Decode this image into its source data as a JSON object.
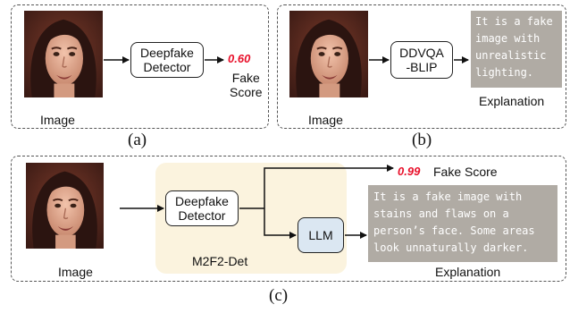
{
  "panel_a": {
    "image_label": "Image",
    "detector_label": "Deepfake\nDetector",
    "score_value": "0.60",
    "score_label": "Fake\nScore",
    "caption": "(a)"
  },
  "panel_b": {
    "image_label": "Image",
    "model_label": "DDVQA\n-BLIP",
    "explanation_text": "It is a fake\nimage with\nunrealistic\nlighting.",
    "explanation_label": "Explanation",
    "caption": "(b)"
  },
  "panel_c": {
    "image_label": "Image",
    "detector_label": "Deepfake\nDetector",
    "llm_label": "LLM",
    "module_label": "M2F2-Det",
    "score_value": "0.99",
    "score_label": "Fake Score",
    "explanation_text": "It is a fake image with\nstains and flaws on a\nperson’s face. Some areas\nlook unnaturally darker.",
    "explanation_label": "Explanation",
    "caption": "(c)"
  },
  "colors": {
    "score_red": "#e8102a",
    "explanation_bg": "#b0aba4",
    "module_bg": "#fbf3de",
    "llm_bg": "#dbe7f2"
  }
}
